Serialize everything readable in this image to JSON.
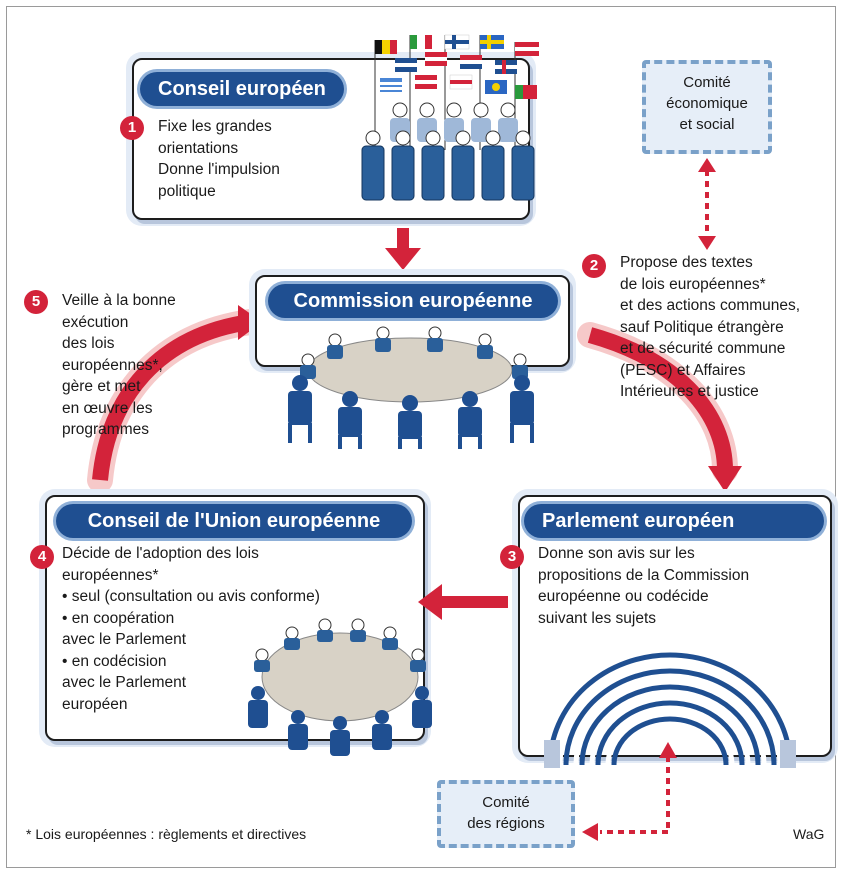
{
  "conseil_europeen": {
    "title": "Conseil européen",
    "number": "1",
    "text": "Fixe les grandes\norientations\nDonne l'impulsion\npolitique"
  },
  "comite_economique": {
    "label": "Comité\néconomique\net social"
  },
  "commission": {
    "title": "Commission européenne",
    "step2_number": "2",
    "step2_text": "Propose des textes\nde lois européennes*\net des actions communes,\nsauf Politique étrangère\net de sécurité commune\n(PESC) et Affaires\nIntérieures et justice",
    "step5_number": "5",
    "step5_text": "Veille à la bonne\nexécution\ndes lois\neuropéennes*,\ngère et met\nen œuvre les\nprogrammes"
  },
  "conseil_union": {
    "title": "Conseil de l'Union européenne",
    "number": "4",
    "text": "Décide de l'adoption des lois\neuropéennes*\n• seul (consultation ou avis conforme)\n• en coopération\navec le Parlement\n• en codécision\navec le Parlement\neuropéen"
  },
  "parlement": {
    "title": "Parlement européen",
    "number": "3",
    "text": "Donne son avis sur les\npropositions de la Commission\neuropéenne ou codécide\nsuivant les sujets"
  },
  "comite_regions": {
    "label": "Comité\ndes régions"
  },
  "footnote": "* Lois européennes : règlements et directives",
  "credit": "WaG",
  "colors": {
    "arrow": "#d3233a",
    "title_bg": "#1f4f91",
    "arc": "#f2b9b9",
    "dash_border": "#7aa1c9"
  }
}
